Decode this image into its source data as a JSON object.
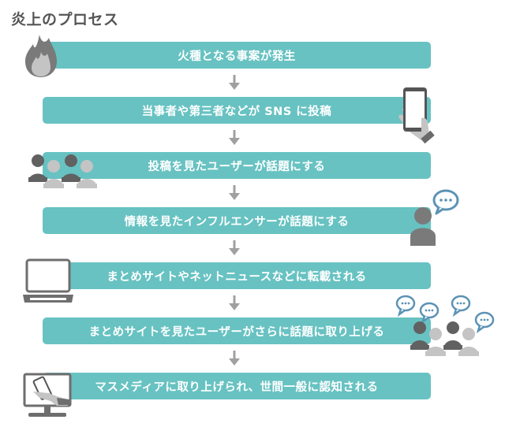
{
  "title": "炎上のプロセス",
  "colors": {
    "bar": "#68c2c2",
    "bar_text": "#ffffff",
    "arrow": "#a0a0a0",
    "icon_dark": "#616161",
    "icon_light": "#c4c4c4",
    "speech_bubble": "#5b93b5",
    "title": "#555555"
  },
  "steps": [
    {
      "label": "火種となる事案が発生",
      "icon": "flame-icon"
    },
    {
      "label": "当事者や第三者などが SNS に投稿",
      "icon": "smartphone-hand-icon"
    },
    {
      "label": "投稿を見たユーザーが話題にする",
      "icon": "user-group-icon"
    },
    {
      "label": "情報を見たインフルエンサーが話題にする",
      "icon": "influencer-speech-icon"
    },
    {
      "label": "まとめサイトやネットニュースなどに転載される",
      "icon": "laptop-icon"
    },
    {
      "label": "まとめサイトを見たユーザーがさらに話題に取り上げる",
      "icon": "user-group-speech-icon"
    },
    {
      "label": "マスメディアに取り上げられ、世間一般に認知される",
      "icon": "monitor-tv-icon"
    }
  ],
  "arrow_icon": "arrow-down-icon"
}
